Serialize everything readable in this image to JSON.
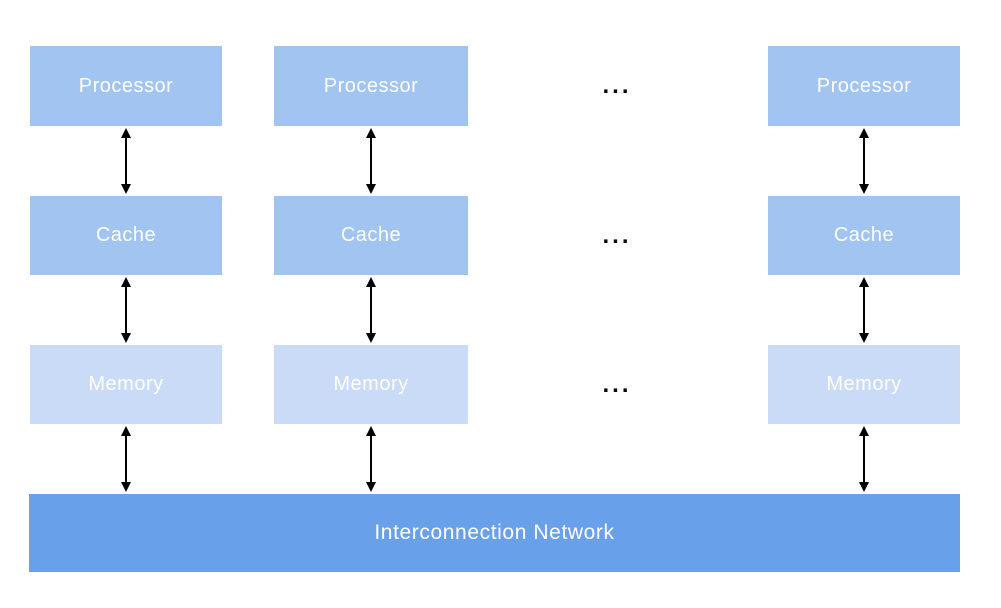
{
  "diagram": {
    "columns": [
      {
        "processor": "Processor",
        "cache": "Cache",
        "memory": "Memory"
      },
      {
        "processor": "Processor",
        "cache": "Cache",
        "memory": "Memory"
      },
      {
        "processor": "Processor",
        "cache": "Cache",
        "memory": "Memory"
      }
    ],
    "ellipsis_rows": [
      "...",
      "...",
      "..."
    ],
    "network_label": "Interconnection Network",
    "colors": {
      "node_fill": "#a1c4f0",
      "memory_fill": "#c9dbf6",
      "network_fill": "#68a0ea",
      "label_text": "#ffffff",
      "arrow": "#000000"
    }
  }
}
